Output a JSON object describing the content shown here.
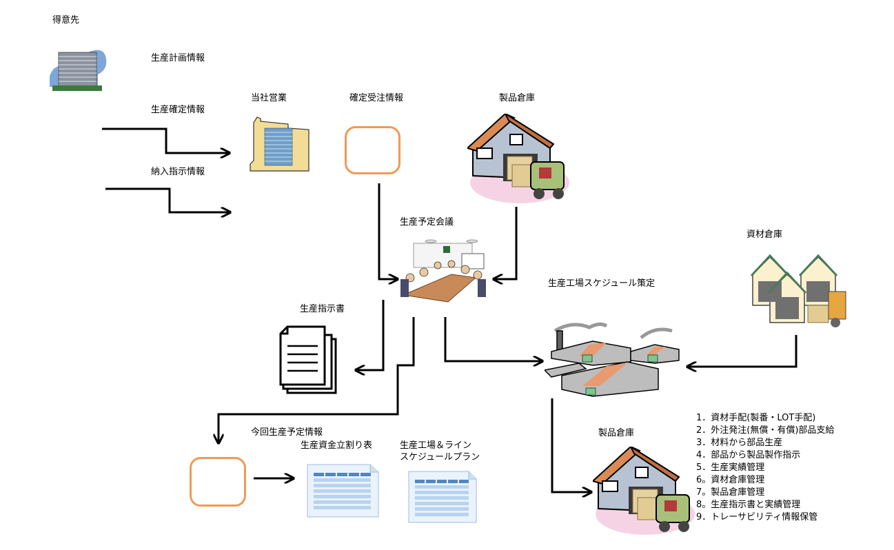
{
  "nodes": {
    "customer": "得意先",
    "sales": "当社営業",
    "confirmed_orders": "確定受注情報",
    "product_warehouse_top": "製品倉庫",
    "planning_meeting": "生産予定会議",
    "material_warehouse": "資材倉庫",
    "factory_schedule": "生産工場スケジュール策定",
    "production_order": "生産指示書",
    "current_plan": "今回生産予定情報",
    "allocation_table": "生産資金立割り表",
    "line_plan_1": "生産工場＆ライン",
    "line_plan_2": "スケジュールプラン",
    "product_warehouse_bottom": "製品倉庫"
  },
  "flows": {
    "plan_info": "生産計画情報",
    "confirmed_info": "生産確定情報",
    "delivery_info": "納入指示情報"
  },
  "functions": [
    "1．資材手配(製番・LOT手配)",
    "2．外注発注(無償・有償)部品支給",
    "3．材料から部品生産",
    "4．部品から製品製作指示",
    "5．生産実績管理",
    "6。資材倉庫管理",
    "7。製品倉庫管理",
    "8。生産指示書と実績管理",
    "9．トレーサビリティ情報保管"
  ],
  "colors": {
    "box_border": "#ee9a55",
    "arrow": "#000000",
    "floor_pink": "#f6d3e4"
  }
}
